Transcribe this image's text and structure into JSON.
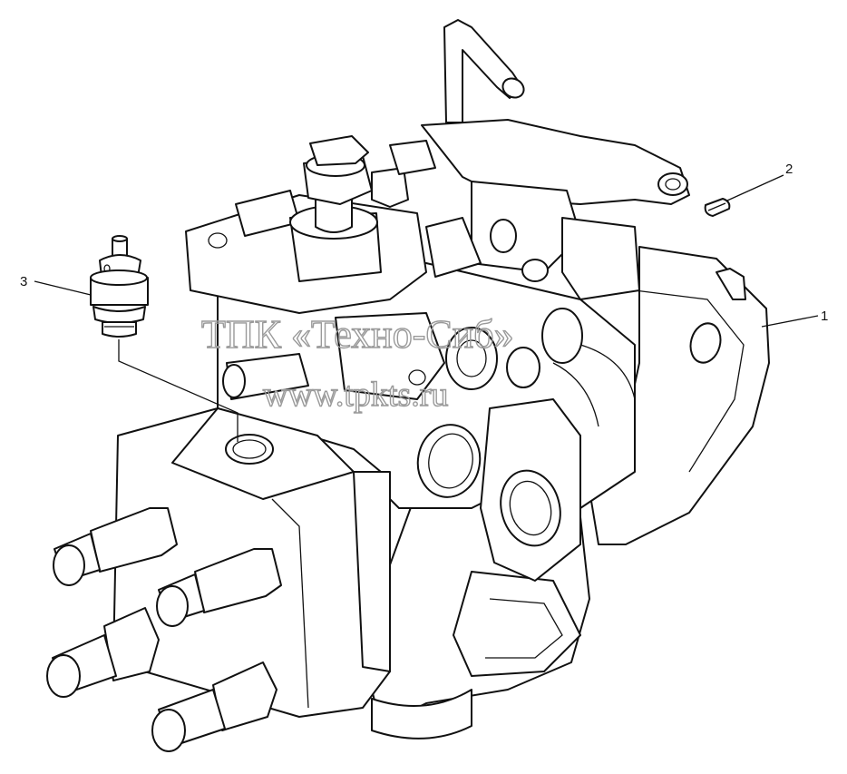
{
  "callouts": [
    {
      "id": "1",
      "label": "1",
      "part": "pump-body"
    },
    {
      "id": "2",
      "label": "2",
      "part": "key"
    },
    {
      "id": "3",
      "label": "3",
      "part": "solenoid-valve"
    }
  ],
  "watermark": {
    "line1": "ТПК «Техно-Сиб»",
    "line2": "www.tpkts.ru"
  }
}
